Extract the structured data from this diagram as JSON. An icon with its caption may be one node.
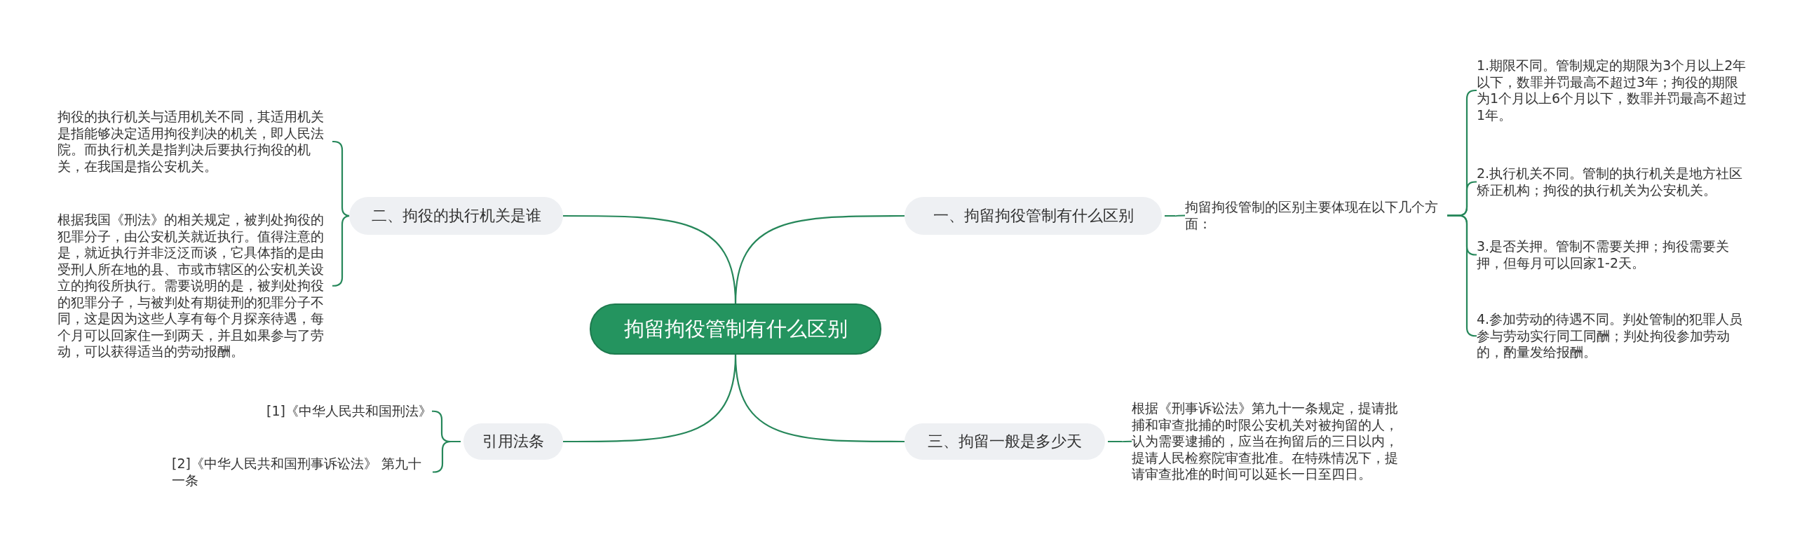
{
  "diagram": {
    "nodes": [
      {
        "text": [
          "拘留拘役管制有什么区别"
        ]
      },
      {
        "text": [
          "一、拘留拘役管制有什么区别"
        ]
      },
      {
        "text": [
          "拘留拘役管制的区别主要体现在以下几个方面："
        ]
      },
      {
        "text": [
          "1.期限不同。管制规定的期限为3个月以上2年以下，数罪并罚最高不超过3年；拘役的期限为1个月以上6个月以下，数罪并罚最高不超过1年。"
        ]
      },
      {
        "text": [
          "2.执行机关不同。管制的执行机关是地方社区矫正机构；拘役的执行机关为公安机关。"
        ]
      },
      {
        "text": [
          "3.是否关押。管制不需要关押；拘役需要关押，但每月可以回家1-2天。"
        ]
      },
      {
        "text": [
          "4.参加劳动的待遇不同。判处管制的犯罪人员参与劳动实行同工同酬；判处拘役参加劳动的，酌量发给报酬。"
        ]
      },
      {
        "text": [
          "二、拘役的执行机关是谁"
        ]
      },
      {
        "text": [
          "拘役的执行机关与适用机关不同，其适用机关是指能够决定适用拘役判决的机关，即人民法院。而执行机关是指判决后要执行拘役的机关，在我国是指公安机关。"
        ]
      },
      {
        "text": [
          "根据我国《刑法》的相关规定，被判处拘役的犯罪分子，由公安机关就近执行。值得注意的是，就近执行并非泛泛而谈，它具体指的是由受刑人所在地的县、市或市辖区的公安机关设立的拘役所执行。需要说明的是，被判处拘役的犯罪分子，与被判处有期徒刑的犯罪分子不同，这是因为这些人享有每个月探亲待遇，每个月可以回家住一到两天，并且如果参与了劳动，可以获得适当的劳动报酬。"
        ]
      },
      {
        "text": [
          "三、拘留一般是多少天"
        ]
      },
      {
        "text": [
          "根据《刑事诉讼法》第九十一条规定，提请批捕和审查批捕的时限公安机关对被拘留的人，认为需要逮捕的，应当在拘留后的三日以内，提请人民检察院审查批准。在特殊情况下，提请审查批准的时间可以延长一日至四日。"
        ]
      },
      {
        "text": [
          "引用法条"
        ]
      },
      {
        "text": [
          "[1]《中华人民共和国刑法》"
        ]
      },
      {
        "text": [
          "[2]《中华人民共和国刑事诉讼法》 第九十一条"
        ]
      }
    ],
    "edges": [
      {
        "from": 0,
        "to": 1,
        "arrow": "none"
      },
      {
        "from": 1,
        "to": 2,
        "arrow": "none"
      },
      {
        "from": 2,
        "to": 3,
        "arrow": "none"
      },
      {
        "from": 2,
        "to": 4,
        "arrow": "none"
      },
      {
        "from": 2,
        "to": 5,
        "arrow": "none"
      },
      {
        "from": 2,
        "to": 6,
        "arrow": "none"
      },
      {
        "from": 0,
        "to": 7,
        "arrow": "none"
      },
      {
        "from": 7,
        "to": 8,
        "arrow": "none"
      },
      {
        "from": 7,
        "to": 9,
        "arrow": "none"
      },
      {
        "from": 0,
        "to": 10,
        "arrow": "none"
      },
      {
        "from": 10,
        "to": 11,
        "arrow": "none"
      },
      {
        "from": 0,
        "to": 12,
        "arrow": "none"
      },
      {
        "from": 12,
        "to": 13,
        "arrow": "none"
      },
      {
        "from": 12,
        "to": 14,
        "arrow": "none"
      }
    ]
  }
}
